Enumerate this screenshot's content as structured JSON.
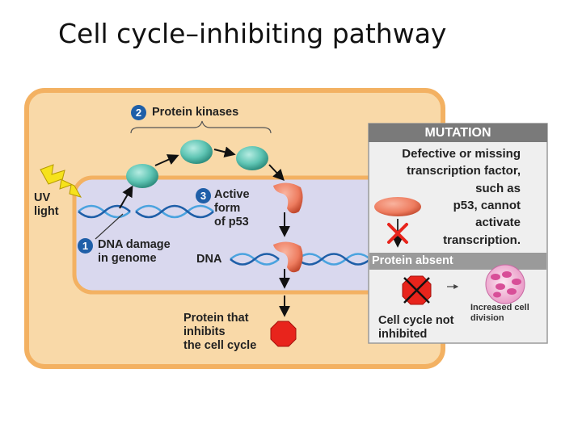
{
  "slide": {
    "title": "Cell cycle–inhibiting pathway"
  },
  "diagram": {
    "step1": {
      "number": "1",
      "label_line1": "DNA damage",
      "label_line2": "in genome"
    },
    "step2": {
      "number": "2",
      "label": "Protein kinases"
    },
    "step3": {
      "number": "3",
      "label_line1": "Active",
      "label_line2": "form",
      "label_line3": "of p53"
    },
    "uv": {
      "line1": "UV",
      "line2": "light"
    },
    "dna_label": "DNA",
    "protein": {
      "line1": "Protein that",
      "line2": "inhibits",
      "line3": "the cell cycle"
    }
  },
  "mutation_panel": {
    "title": "MUTATION",
    "text_lines": [
      "Defective or missing",
      "transcription factor,",
      "such as",
      "p53, cannot",
      "activate",
      "transcription."
    ],
    "protein_absent": "Protein absent",
    "cycle_line1": "Cell cycle not",
    "cycle_line2": "inhibited",
    "increased_line1": "Increased cell",
    "increased_line2": "division"
  },
  "colors": {
    "cell_fill": "#f9d9a8",
    "cell_border": "#f3b162",
    "nucleus_fill": "#d9d8ee",
    "nucleus_border": "#f3b162",
    "kinase": "#5fc5b4",
    "p53": "#ee7d60",
    "stop_sign": "#e8241c",
    "panel_header": "#7a7a7a",
    "panel_body": "#efefef",
    "badge": "#1f5fa8",
    "dna": "#4aa3df"
  }
}
